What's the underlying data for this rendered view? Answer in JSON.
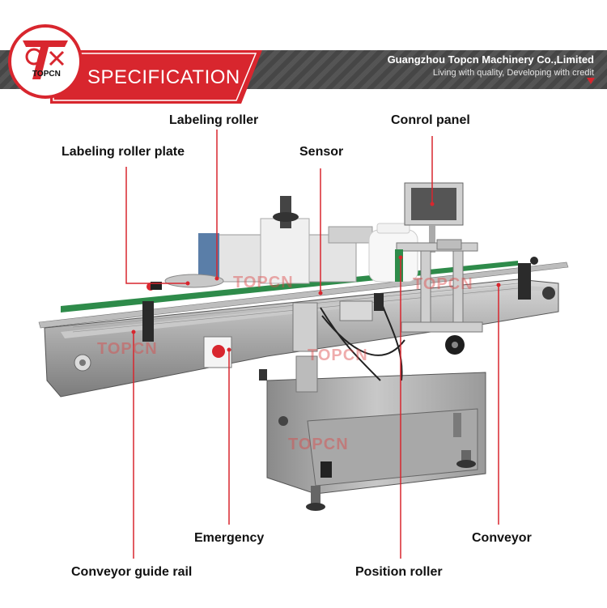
{
  "header": {
    "title": "SPECIFICATION",
    "logo_text": "TOPCN",
    "company_name": "Guangzhou Topcn Machinery Co.,Limited",
    "slogan": "Living with quality, Developing with credit",
    "accent_color": "#d8262e"
  },
  "labels": {
    "labeling_roller": "Labeling roller",
    "labeling_roller_plate": "Labeling  roller plate",
    "sensor": "Sensor",
    "control_panel": "Conrol panel",
    "emergency": "Emergency",
    "conveyor": "Conveyor",
    "conveyor_guide_rail": "Conveyor guide rail",
    "position_roller": "Position roller"
  },
  "watermark": "TOPCN"
}
